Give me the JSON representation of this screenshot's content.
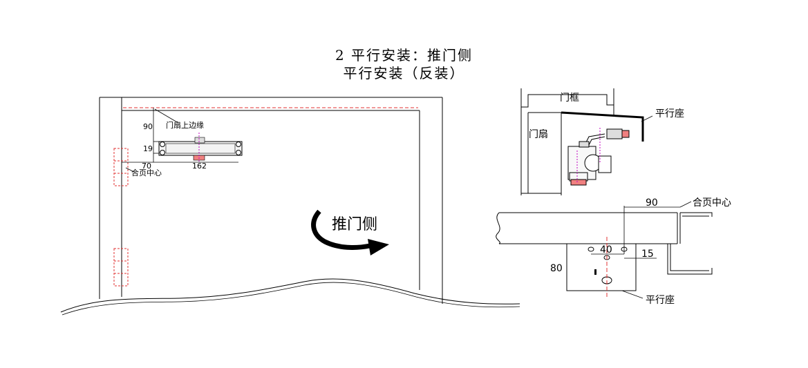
{
  "title": {
    "line1": "2  平行安装：推门侧",
    "line2": "平行安装（反装）"
  },
  "front_view": {
    "dim_top": "90",
    "dim_left": "19",
    "dim_hinge": "70",
    "dim_width": "162",
    "label_door_edge": "门扇上边缘",
    "label_hinge_center": "合页中心",
    "label_push_side": "推门侧"
  },
  "side_view": {
    "label_frame": "门框",
    "label_door": "门扇",
    "label_bracket": "平行座"
  },
  "top_view": {
    "dim_90": "90",
    "dim_40": "40",
    "dim_15": "15",
    "dim_80": "80",
    "label_hinge_center": "合页中心",
    "label_bracket": "平行座"
  },
  "colors": {
    "line": "#000000",
    "dashed": "#e03030",
    "accent": "#c000c0"
  }
}
